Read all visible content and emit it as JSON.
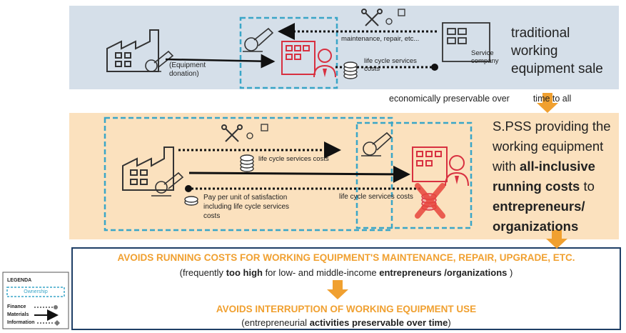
{
  "top": {
    "title_lines": [
      "traditional",
      "working",
      "equipment sale"
    ],
    "donation_label_line1": "(Equipment",
    "donation_label_line2": "donation)",
    "maintenance_label": "maintenance, repair, etc...",
    "service_company_line1": "Service",
    "service_company_line2": "company",
    "lifecycle_costs_line1": "life cycle services",
    "lifecycle_costs_line2": "costs"
  },
  "connector_text": {
    "before": "economically preservable over",
    "after": "time to all"
  },
  "middle": {
    "title_line1": "S.PSS providing the",
    "title_line2": "working equipment",
    "title_line3_prefix": "with ",
    "title_line3_bold": "all-inclusive",
    "title_line4": "running costs",
    "title_line4_suffix": " to",
    "title_line5": "entrepreneurs/",
    "title_line6": "organizations",
    "lifecycle_costs_top": "life cycle services costs",
    "pay_per_unit_line1": "Pay per unit of satisfaction",
    "pay_per_unit_line2": "including life cycle services",
    "pay_per_unit_line3": "costs",
    "lifecycle_costs_right": "life cycle services costs"
  },
  "bottom": {
    "heading1": "AVOIDS RUNNING COSTS FOR WORKING EQUIPMENT'S MAINTENANCE, REPAIR, UPGRADE, ETC.",
    "line1_a": "(frequently ",
    "line1_b": "too high",
    "line1_c": " for low- and middle-income ",
    "line1_d": "entrepreneurs /organizations",
    "line1_e": " )",
    "heading2": "AVOIDS INTERRUPTION OF WORKING EQUIPMENT USE",
    "line2_a": "(entrepreneurial ",
    "line2_b": "activities preservable over time",
    "line2_c": ")"
  },
  "legend": {
    "title": "LEGENDA",
    "ownership": "Ownership",
    "finance": "Finance",
    "materials": "Materials",
    "information": "Information"
  },
  "colors": {
    "top_panel": "#d5dfe9",
    "middle_panel": "#fbe1be",
    "ownership_dashed": "#3aa6c8",
    "orange_arrow": "#f0a030",
    "entrepreneur_red": "#d83040",
    "cross_red": "#e8453c",
    "bottom_border": "#1f3f66"
  }
}
